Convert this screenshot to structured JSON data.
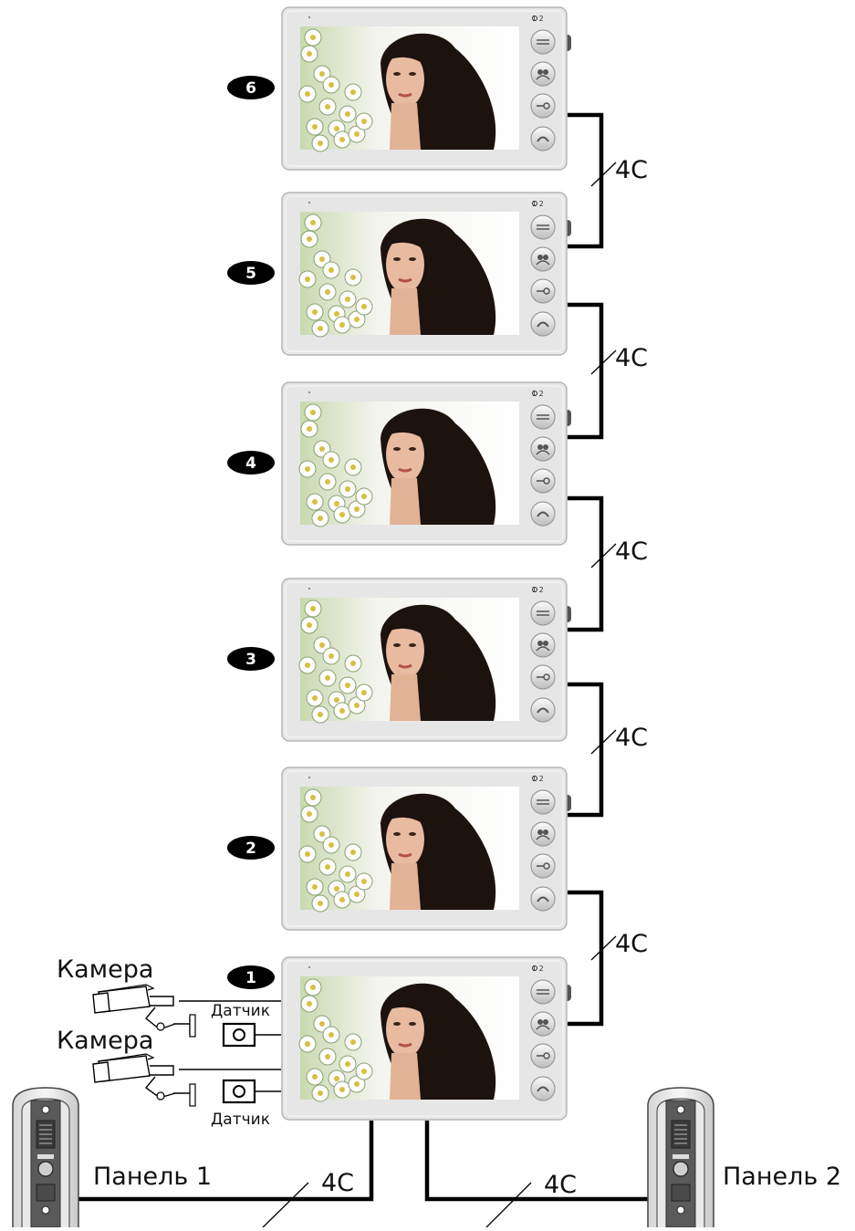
{
  "monitors": [
    {
      "number": "6"
    },
    {
      "number": "5"
    },
    {
      "number": "4"
    },
    {
      "number": "3"
    },
    {
      "number": "2"
    },
    {
      "number": "1"
    }
  ],
  "monitor_indicator": "1 2",
  "cable_label": "4C",
  "cameras": [
    {
      "label": "Камера"
    },
    {
      "label": "Камера"
    }
  ],
  "sensors": [
    {
      "label": "Датчик"
    },
    {
      "label": "Датчик"
    }
  ],
  "panels": [
    {
      "label": "Панель 1"
    },
    {
      "label": "Панель 2"
    }
  ],
  "colors": {
    "monitor_frame": "#e6e6e6",
    "monitor_border": "#b5b5b5",
    "badge_fill": "#000000",
    "wire": "#000000"
  },
  "icons": [
    "home-button-icon",
    "intercom-button-icon",
    "key-button-icon",
    "handset-button-icon"
  ]
}
